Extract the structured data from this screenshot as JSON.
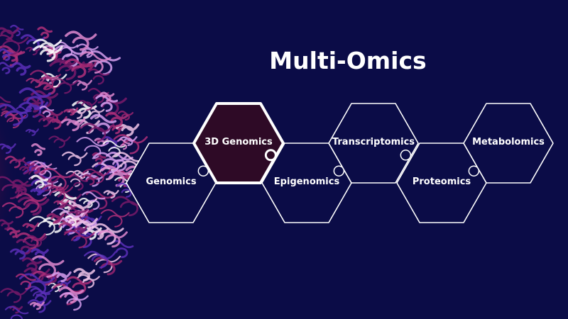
{
  "title": "Multi-Omics",
  "colors": {
    "background": "#0b0c47",
    "highlight_fill": "#2e0a26",
    "outline": "#ffffff"
  },
  "hexagons": [
    {
      "label": "Genomics",
      "highlighted": false
    },
    {
      "label": "3D Genomics",
      "highlighted": true
    },
    {
      "label": "Epigenomics",
      "highlighted": false
    },
    {
      "label": "Transcriptomics",
      "highlighted": false
    },
    {
      "label": "Proteomics",
      "highlighted": false
    },
    {
      "label": "Metabolomics",
      "highlighted": false
    }
  ]
}
